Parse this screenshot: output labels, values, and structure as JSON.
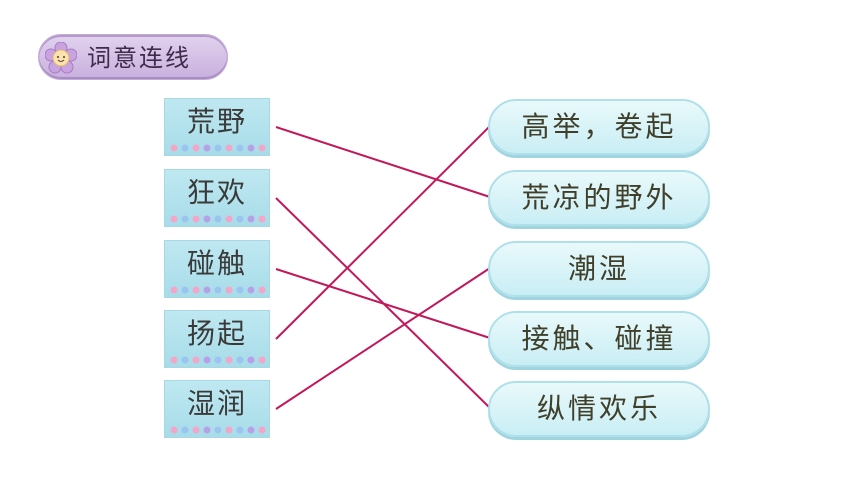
{
  "title": {
    "text": "词意连线",
    "icon": "flower-face-icon"
  },
  "words": [
    "荒野",
    "狂欢",
    "碰触",
    "扬起",
    "湿润"
  ],
  "meanings": [
    "高举，卷起",
    "荒凉的野外",
    "潮湿",
    "接触、碰撞",
    "纵情欢乐"
  ],
  "matches": [
    {
      "word": 0,
      "meaning": 1
    },
    {
      "word": 1,
      "meaning": 4
    },
    {
      "word": 2,
      "meaning": 3
    },
    {
      "word": 3,
      "meaning": 0
    },
    {
      "word": 4,
      "meaning": 2
    }
  ],
  "colors": {
    "line": "#c2185b",
    "card": "#b3e1ec",
    "pill_border": "#aee0ea",
    "title_bg": "#d8c4e8"
  }
}
